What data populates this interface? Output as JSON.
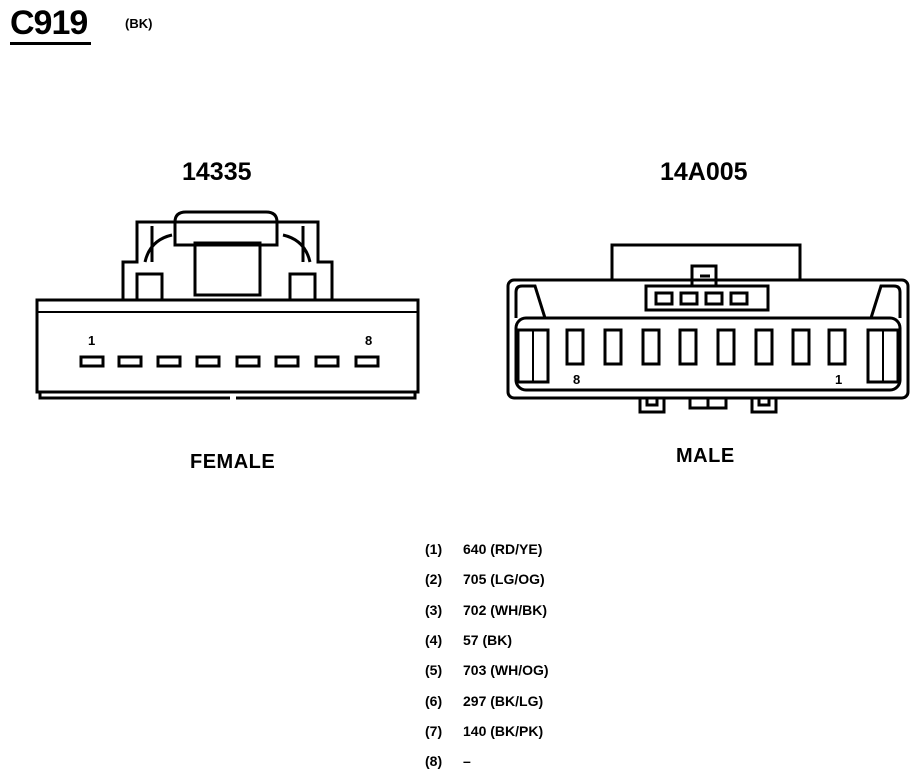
{
  "connector": {
    "id": "C919",
    "color_code": "(BK)"
  },
  "female": {
    "part_number": "14335",
    "label": "FEMALE",
    "pin_first": "1",
    "pin_last": "8"
  },
  "male": {
    "part_number": "14A005",
    "label": "MALE",
    "pin_first": "8",
    "pin_last": "1"
  },
  "pinout": [
    {
      "pin": "(1)",
      "circuit": "640 (RD/YE)"
    },
    {
      "pin": "(2)",
      "circuit": "705 (LG/OG)"
    },
    {
      "pin": "(3)",
      "circuit": "702 (WH/BK)"
    },
    {
      "pin": "(4)",
      "circuit": "57 (BK)"
    },
    {
      "pin": "(5)",
      "circuit": "703 (WH/OG)"
    },
    {
      "pin": "(6)",
      "circuit": "297 (BK/LG)"
    },
    {
      "pin": "(7)",
      "circuit": "140 (BK/PK)"
    },
    {
      "pin": "(8)",
      "circuit": "–"
    }
  ]
}
